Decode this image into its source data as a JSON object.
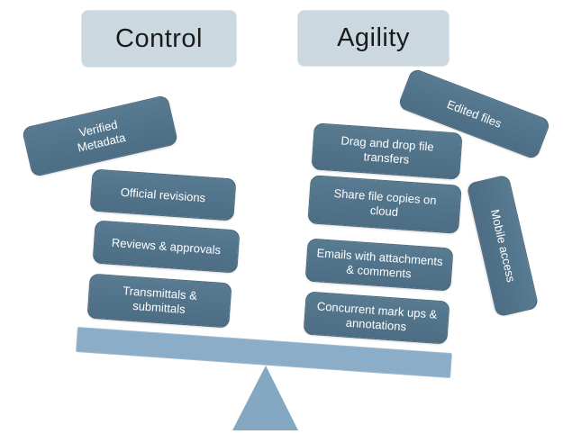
{
  "scale": {
    "left_header": "Control",
    "right_header": "Agility",
    "left_items": [
      {
        "label": "Verified\nMetadata"
      },
      {
        "label": "Official revisions"
      },
      {
        "label": "Reviews & approvals"
      },
      {
        "label": "Transmittals &\nsubmittals"
      }
    ],
    "right_items": [
      {
        "label": "Edited files"
      },
      {
        "label": "Drag and drop file\ntransfers"
      },
      {
        "label": "Share file copies on\ncloud"
      },
      {
        "label": "Emails with attachments\n& comments"
      },
      {
        "label": "Concurrent mark ups &\nannotations"
      },
      {
        "label": "Mobile access"
      }
    ]
  },
  "colors": {
    "header_fill": "#ccd8e0",
    "header_border": "#dae3e9",
    "header_text": "#1b1b1b",
    "node_fill": "#587b91",
    "node_fill_dark": "#4c6d83",
    "node_border": "#47657a",
    "node_text": "#ffffff",
    "beam_fill": "#8badc7",
    "beam_border": "#9dbbd1",
    "fulcrum_fill": "#84a7c2",
    "background": "#ffffff"
  }
}
